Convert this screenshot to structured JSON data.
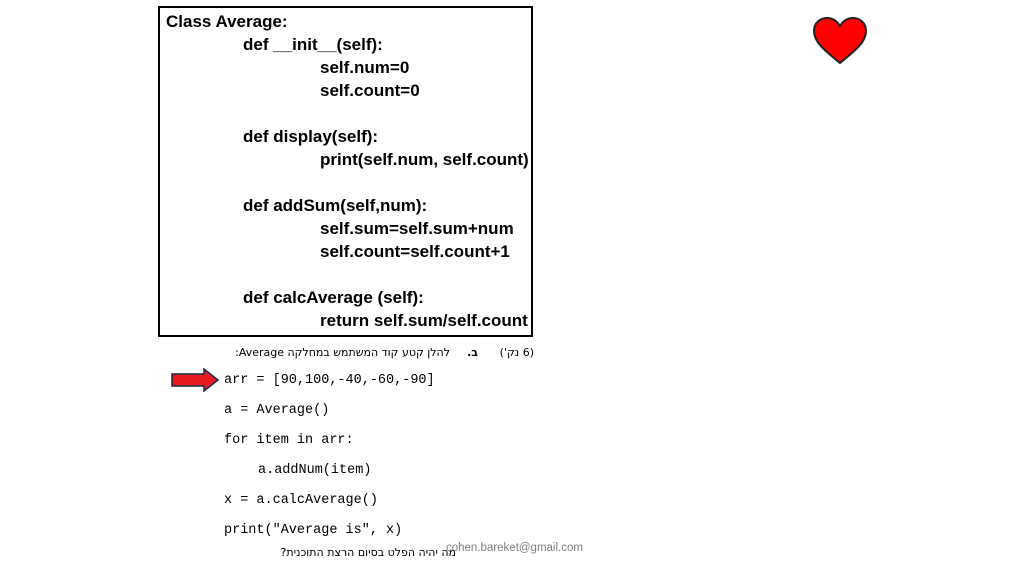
{
  "code_box": {
    "lines": [
      "Class Average:",
      "def __init__(self):",
      "self.num=0",
      "self.count=0",
      "def display(self):",
      "print(self.num, self.count)",
      "def addSum(self,num):",
      "self.sum=self.sum+num",
      "self.count=self.count+1",
      "def calcAverage (self):",
      "return self.sum/self.count"
    ]
  },
  "question": {
    "points": "(6 נק')",
    "letter": "ב.",
    "text": "להלן קטע קוד המשתמש במחלקה Average:"
  },
  "code": {
    "lines": [
      "arr = [90,100,-40,-60,-90]",
      "a = Average()",
      "for item in arr:",
      "a.addNum(item)",
      "x = a.calcAverage()",
      "print(\"Average is\", x)"
    ]
  },
  "prompt": "מה יהיה הפלט בסיום הרצת התוכנית?",
  "footer": "cohen.bareket@gmail.com",
  "colors": {
    "heart": "#ff0000",
    "arrow": "#e81b23",
    "outline": "#000000"
  },
  "icons": {
    "heart": "heart-icon",
    "arrow": "right-arrow-icon"
  }
}
